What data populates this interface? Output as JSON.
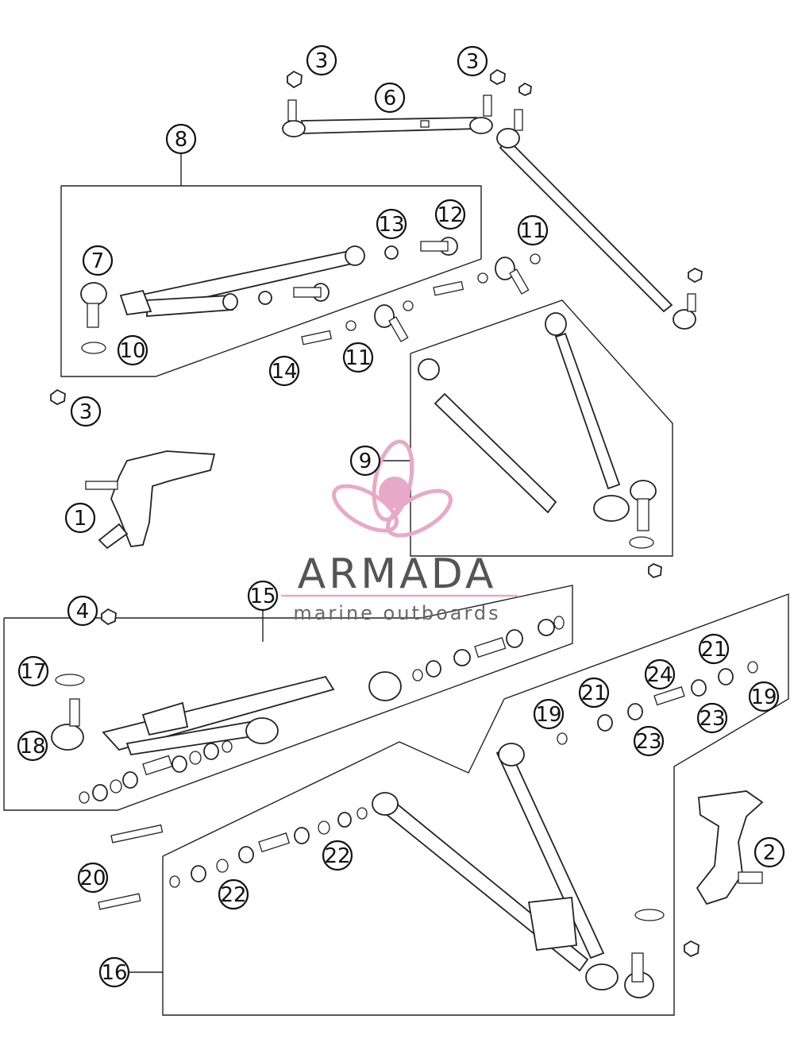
{
  "watermark": {
    "title": "ARMADA",
    "subtitle": "marine outboards",
    "accent_color": "#e8a9c8",
    "text_color": "#555555"
  },
  "callouts": {
    "c1": "1",
    "c2": "2",
    "c3a": "3",
    "c3b": "3",
    "c3c": "3",
    "c4": "4",
    "c6": "6",
    "c7": "7",
    "c8": "8",
    "c9": "9",
    "c10": "10",
    "c11a": "11",
    "c11b": "11",
    "c12": "12",
    "c13": "13",
    "c14": "14",
    "c15": "15",
    "c16": "16",
    "c17": "17",
    "c18": "18",
    "c19a": "19",
    "c19b": "19",
    "c20": "20",
    "c21a": "21",
    "c21b": "21",
    "c22a": "22",
    "c22b": "22",
    "c23a": "23",
    "c23b": "23",
    "c24": "24"
  }
}
